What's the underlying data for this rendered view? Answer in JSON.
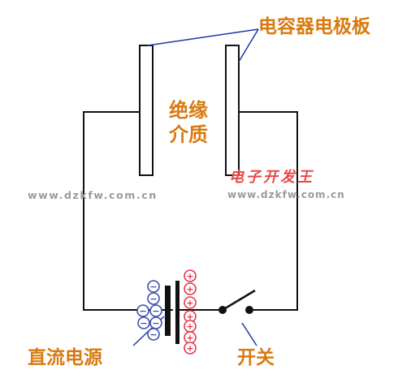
{
  "labels": {
    "plates": "电容器电极板",
    "dielectric_line1": "绝缘",
    "dielectric_line2": "介质",
    "power_source": "直流电源",
    "switch": "开关"
  },
  "watermark": {
    "left_url": "www.dzkfw.com.cn",
    "brand": "电子开发王",
    "right_url": "www.dzkfw.com.cn"
  },
  "charges": {
    "negative_sign": "−",
    "positive_sign": "+",
    "negative_count": 7,
    "positive_count": 7
  },
  "colors": {
    "wire": "#111111",
    "leader": "#2233aa",
    "label_text": "#d97a10",
    "negative_charge": "#3b4fb0",
    "positive_charge": "#e8354a",
    "watermark_gray": "#9a9a9a",
    "brand_red": "#e84a4a"
  }
}
